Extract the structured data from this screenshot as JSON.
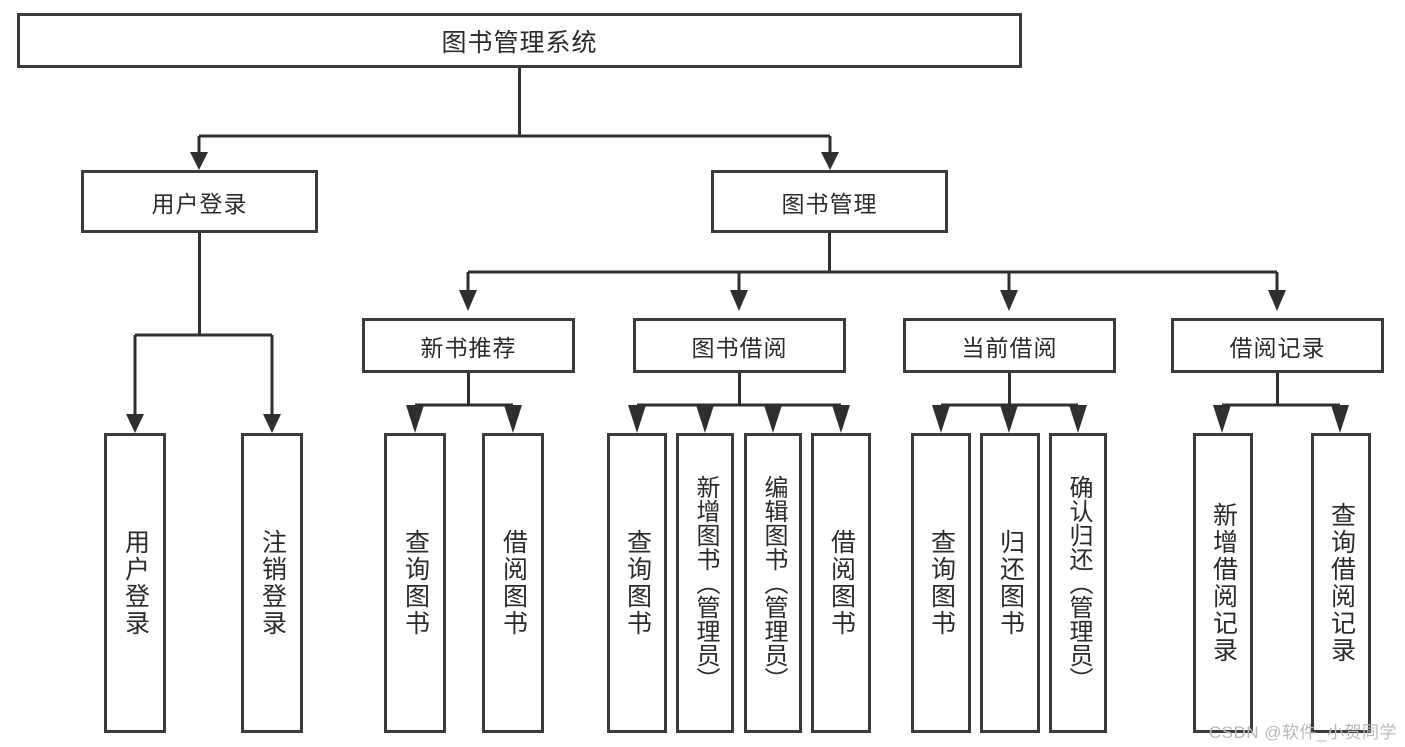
{
  "diagram": {
    "type": "tree-hierarchy",
    "title": "图书管理系统",
    "watermark": "CSDN @软件_小贺同学",
    "root": {
      "id": "root",
      "label": "图书管理系统"
    },
    "level2": [
      {
        "id": "user-login",
        "label": "用户登录"
      },
      {
        "id": "book-manage",
        "label": "图书管理"
      }
    ],
    "level3": [
      {
        "id": "new-book-recommend",
        "label": "新书推荐",
        "parent": "book-manage"
      },
      {
        "id": "book-borrow",
        "label": "图书借阅",
        "parent": "book-manage"
      },
      {
        "id": "current-borrow",
        "label": "当前借阅",
        "parent": "book-manage"
      },
      {
        "id": "borrow-record",
        "label": "借阅记录",
        "parent": "book-manage"
      }
    ],
    "leaves": {
      "user-login": [
        {
          "id": "leaf-user-login",
          "label": "用户登录"
        },
        {
          "id": "leaf-user-logout",
          "label": "注销登录"
        }
      ],
      "new-book-recommend": [
        {
          "id": "leaf-query-book-1",
          "label": "查询图书"
        },
        {
          "id": "leaf-borrow-book-1",
          "label": "借阅图书"
        }
      ],
      "book-borrow": [
        {
          "id": "leaf-query-book-2",
          "label": "查询图书"
        },
        {
          "id": "leaf-add-book",
          "label": "新增图书（管理员）"
        },
        {
          "id": "leaf-edit-book",
          "label": "编辑图书（管理员）"
        },
        {
          "id": "leaf-borrow-book-2",
          "label": "借阅图书"
        }
      ],
      "current-borrow": [
        {
          "id": "leaf-query-book-3",
          "label": "查询图书"
        },
        {
          "id": "leaf-return-book",
          "label": "归还图书"
        },
        {
          "id": "leaf-confirm-return",
          "label": "确认归还（管理员）"
        }
      ],
      "borrow-record": [
        {
          "id": "leaf-add-record",
          "label": "新增借阅记录"
        },
        {
          "id": "leaf-query-record",
          "label": "查询借阅记录"
        }
      ]
    },
    "colors": {
      "stroke": "#2f2f2f",
      "box_border": "#3b3b3b",
      "box_fill": "#ffffff",
      "text": "#2b2b2b",
      "watermark": "#b9b9b9",
      "background": "#ffffff"
    }
  }
}
